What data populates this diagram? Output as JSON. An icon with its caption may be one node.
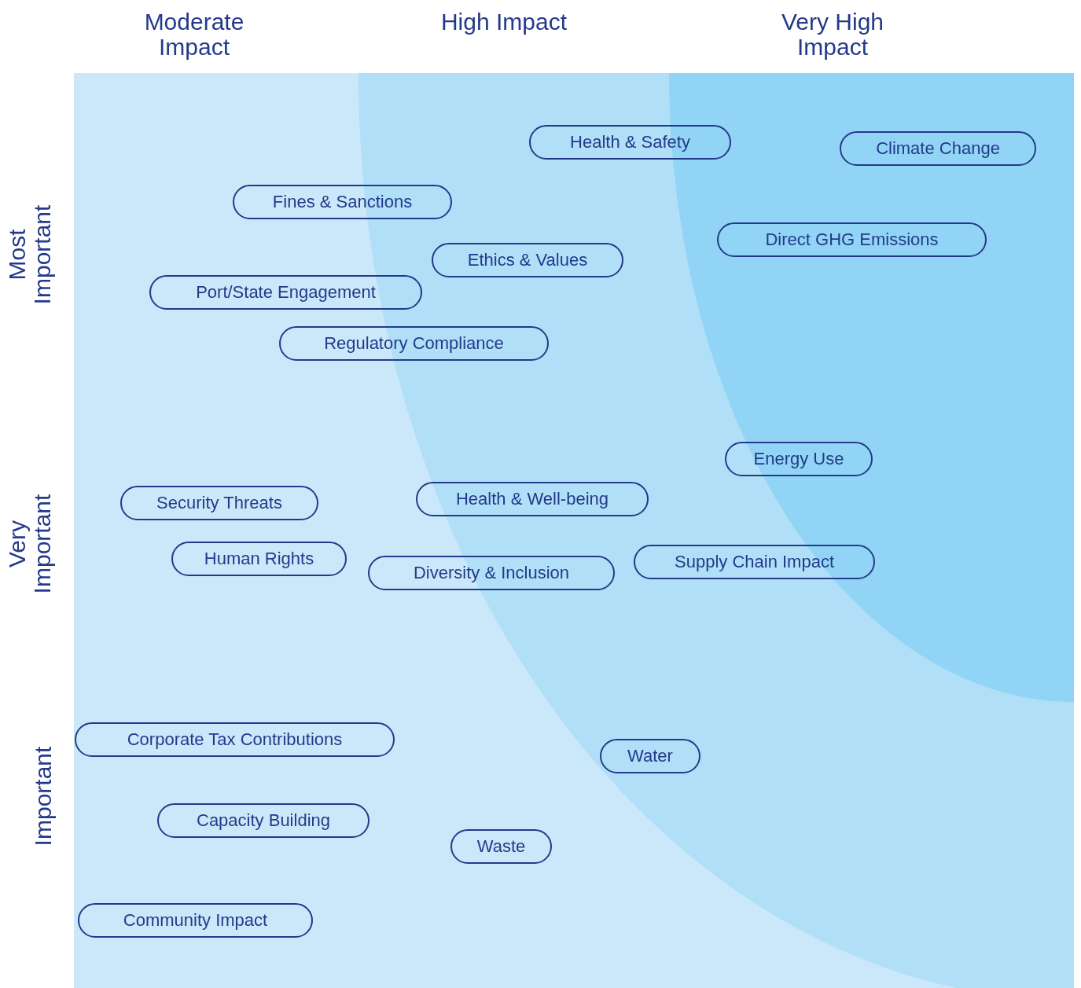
{
  "diagram": {
    "nodes": [
      {
        "text": [
          "Health & Safety"
        ]
      },
      {
        "text": [
          "Climate Change"
        ]
      },
      {
        "text": [
          "Fines & Sanctions"
        ]
      },
      {
        "text": [
          "Direct GHG Emissions"
        ]
      },
      {
        "text": [
          "Ethics & Values"
        ]
      },
      {
        "text": [
          "Port/State Engagement"
        ]
      },
      {
        "text": [
          "Regulatory Compliance"
        ]
      },
      {
        "text": [
          "Energy Use"
        ]
      },
      {
        "text": [
          "Security Threats"
        ]
      },
      {
        "text": [
          "Health & Well-being"
        ]
      },
      {
        "text": [
          "Human Rights"
        ]
      },
      {
        "text": [
          "Supply Chain Impact"
        ]
      },
      {
        "text": [
          "Diversity & Inclusion"
        ]
      },
      {
        "text": [
          "Corporate Tax Contributions"
        ]
      },
      {
        "text": [
          "Water"
        ]
      },
      {
        "text": [
          "Capacity Building"
        ]
      },
      {
        "text": [
          "Waste"
        ]
      },
      {
        "text": [
          "Community Impact"
        ]
      }
    ],
    "edges": [],
    "labels": [
      "Moderate Impact",
      "High Impact",
      "Very High Impact",
      "Most Important",
      "Very Important",
      "Important"
    ]
  }
}
